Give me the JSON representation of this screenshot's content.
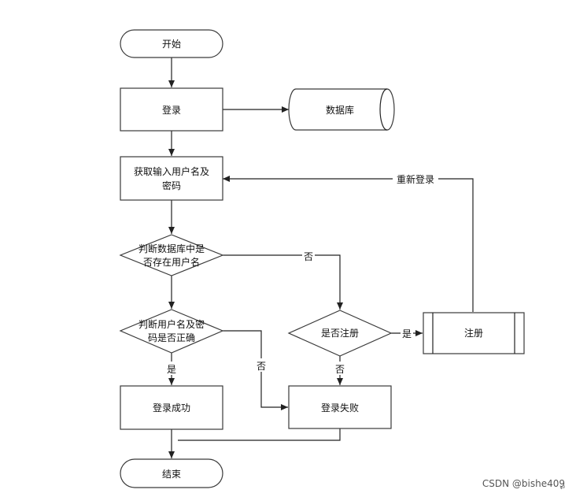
{
  "nodes": {
    "start": "开始",
    "login": "登录",
    "database": "数据库",
    "get_input": [
      "获取输入用户名及",
      "密码"
    ],
    "check_user": [
      "判断数据库中是",
      "否存在用户名"
    ],
    "check_password": [
      "判断用户名及密",
      "码是否正确"
    ],
    "register_q": "是否注册",
    "register": "注册",
    "success": "登录成功",
    "fail": "登录失败",
    "end": "结束"
  },
  "edges": {
    "relogin": "重新登录",
    "no_user": "否",
    "yes_register": "是",
    "no_register": "否",
    "yes_correct": "是",
    "no_correct": "否"
  },
  "watermark": "CSDN @bishe409",
  "corner_mark": "↵"
}
